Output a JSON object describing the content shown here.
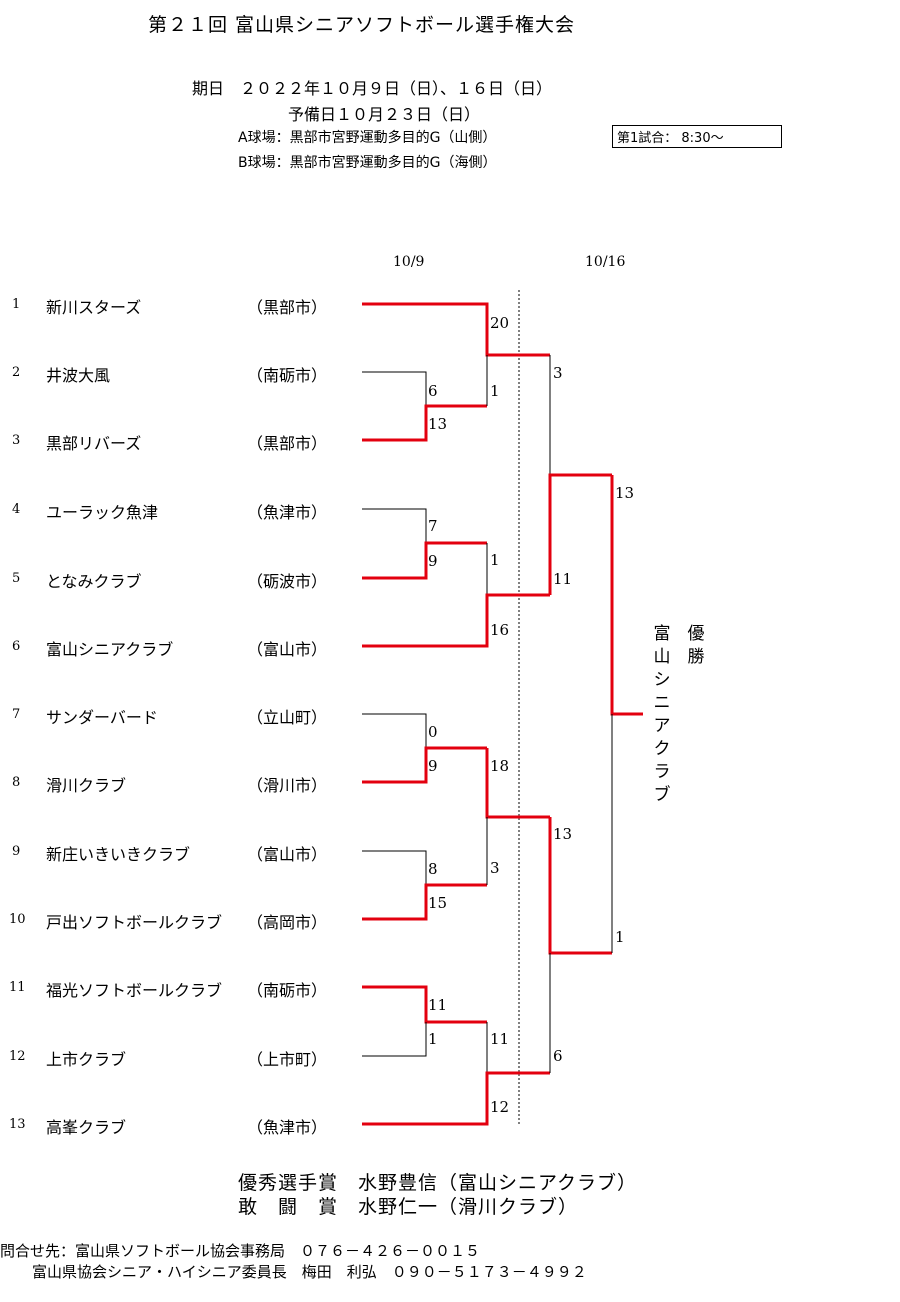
{
  "title": "第２１回 富山県シニアソフトボール選手権大会",
  "schedule": {
    "dates": "期日　２０２２年１０月９日（日）、１６日（日）",
    "reserve": "予備日１０月２３日（日）",
    "venue_a": "A球場：黒部市宮野運動多目的G（山側）",
    "venue_b": "B球場：黒部市宮野運動多目的G（海側）",
    "first_match": "第1試合： 8:30～"
  },
  "round_dates": {
    "day1": "10/9",
    "day2": "10/16"
  },
  "teams": [
    {
      "num": "1",
      "name": "新川スターズ",
      "city": "（黒部市）"
    },
    {
      "num": "2",
      "name": "井波大風",
      "city": "（南砺市）"
    },
    {
      "num": "3",
      "name": "黒部リバーズ",
      "city": "（黒部市）"
    },
    {
      "num": "4",
      "name": "ユーラック魚津",
      "city": "（魚津市）"
    },
    {
      "num": "5",
      "name": "となみクラブ",
      "city": "（砺波市）"
    },
    {
      "num": "6",
      "name": "富山シニアクラブ",
      "city": "（富山市）"
    },
    {
      "num": "7",
      "name": "サンダーバード",
      "city": "（立山町）"
    },
    {
      "num": "8",
      "name": "滑川クラブ",
      "city": "（滑川市）"
    },
    {
      "num": "9",
      "name": "新庄いきいきクラブ",
      "city": "（富山市）"
    },
    {
      "num": "10",
      "name": "戸出ソフトボールクラブ",
      "city": "（高岡市）"
    },
    {
      "num": "11",
      "name": "福光ソフトボールクラブ",
      "city": "（南砺市）"
    },
    {
      "num": "12",
      "name": "上市クラブ",
      "city": "（上市町）"
    },
    {
      "num": "13",
      "name": "高峯クラブ",
      "city": "（魚津市）"
    }
  ],
  "scores": {
    "r1_2": "6",
    "r1_3": "13",
    "r1_4": "7",
    "r1_5": "9",
    "r1_7": "0",
    "r1_8": "9",
    "r1_9": "8",
    "r1_10": "15",
    "r1_11": "11",
    "r1_12": "1",
    "r2_1": "20",
    "r2_b": "1",
    "r2_c": "1",
    "r2_6": "16",
    "r2_d": "18",
    "r2_e": "3",
    "r2_f": "11",
    "r2_13": "12",
    "r3_a": "3",
    "r3_b": "11",
    "r3_c": "13",
    "r3_d": "6",
    "f_top": "13",
    "f_bot": "1"
  },
  "champion": {
    "label": [
      "優",
      "勝"
    ],
    "team": [
      "富",
      "山",
      "シ",
      "ニ",
      "ア",
      "ク",
      "ラ",
      "ブ"
    ]
  },
  "awards": {
    "mvp": "優秀選手賞　水野豊信（富山シニアクラブ）",
    "fighting": "敢　闘　賞　水野仁一（滑川クラブ）"
  },
  "contact": {
    "line1": "問合せ先：富山県ソフトボール協会事務局　０７６－４２６－００１５",
    "line2": "富山県協会シニア・ハイシニア委員長　梅田　利弘　０９０－５１７３－４９９２"
  },
  "colors": {
    "winner_line": "#e3000f",
    "loser_line": "#000000"
  }
}
